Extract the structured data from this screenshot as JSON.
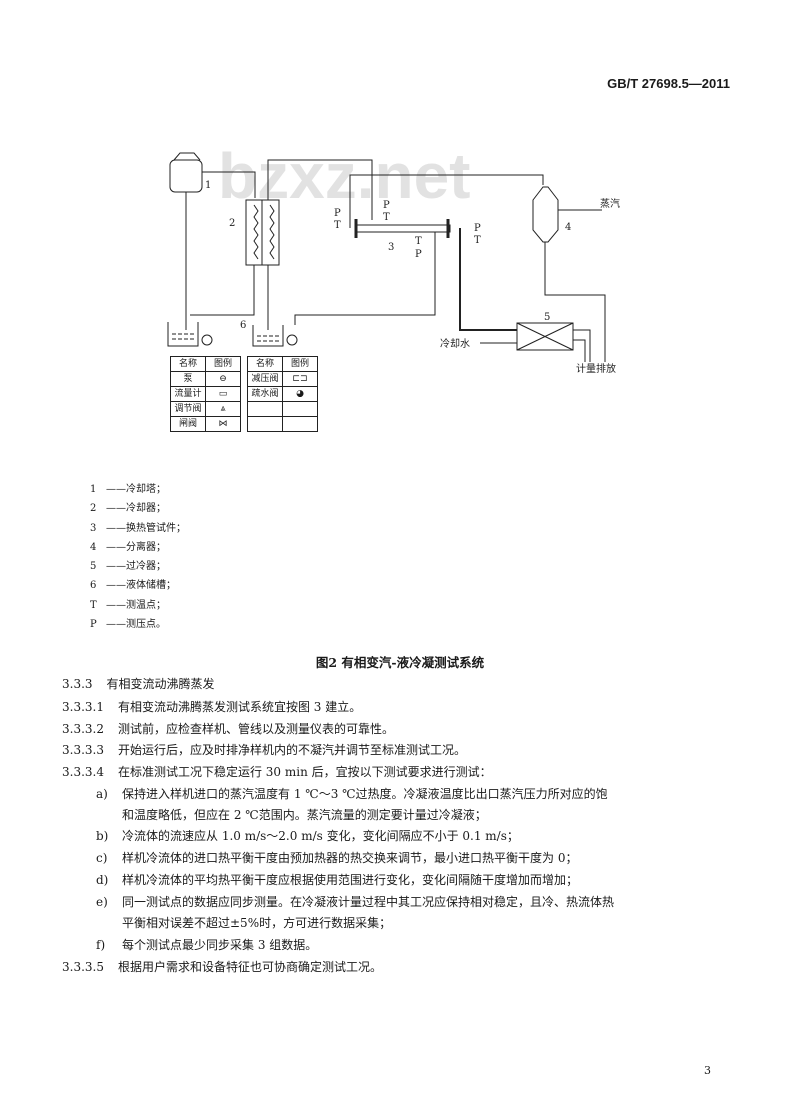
{
  "header": {
    "standard_number": "GB/T 27698.5—2011"
  },
  "figure": {
    "watermark": "bzxz.net",
    "caption": "图2  有相变汽-液冷凝测试系统",
    "labels": {
      "n1": "1",
      "n2": "2",
      "n3": "3",
      "n4": "4",
      "n5": "5",
      "n6": "6",
      "steam": "蒸汽",
      "cooling_water": "冷却水",
      "metering_discharge": "计量排放",
      "p": "P",
      "t": "T"
    },
    "legend_table": {
      "header_name": "名称",
      "header_symbol": "图例",
      "left": [
        {
          "name": "泵",
          "symbol": "⊖"
        },
        {
          "name": "流量计",
          "symbol": "▭"
        },
        {
          "name": "调节阀",
          "symbol": "⩓"
        },
        {
          "name": "闸阀",
          "symbol": "⋈"
        }
      ],
      "right": [
        {
          "name": "减压阀",
          "symbol": "⊏⊐"
        },
        {
          "name": "疏水阀",
          "symbol": "◕"
        }
      ]
    },
    "keys": [
      {
        "k": "1",
        "text": "——冷却塔；"
      },
      {
        "k": "2",
        "text": "——冷却器；"
      },
      {
        "k": "3",
        "text": "——换热管试件；"
      },
      {
        "k": "4",
        "text": "——分离器；"
      },
      {
        "k": "5",
        "text": "——过冷器；"
      },
      {
        "k": "6",
        "text": "——液体储槽；"
      },
      {
        "k": "T",
        "text": "——测温点；"
      },
      {
        "k": "P",
        "text": "——测压点。"
      }
    ]
  },
  "body": {
    "s333": {
      "num": "3.3.3",
      "text": "有相变流动沸腾蒸发"
    },
    "s3331": {
      "num": "3.3.3.1",
      "text": "有相变流动沸腾蒸发测试系统宜按图 3 建立。"
    },
    "s3332": {
      "num": "3.3.3.2",
      "text": "测试前，应检查样机、管线以及测量仪表的可靠性。"
    },
    "s3333": {
      "num": "3.3.3.3",
      "text": "开始运行后，应及时排净样机内的不凝汽并调节至标准测试工况。"
    },
    "s3334": {
      "num": "3.3.3.4",
      "text": "在标准测试工况下稳定运行 30 min 后，宜按以下测试要求进行测试："
    },
    "items": [
      {
        "k": "a)",
        "lines": [
          "保持进入样机进口的蒸汽温度有 1 ℃～3 ℃过热度。冷凝液温度比出口蒸汽压力所对应的饱",
          "和温度略低，但应在 2 ℃范围内。蒸汽流量的测定要计量过冷凝液；"
        ]
      },
      {
        "k": "b)",
        "lines": [
          "冷流体的流速应从 1.0 m/s～2.0 m/s 变化，变化间隔应不小于 0.1 m/s；"
        ]
      },
      {
        "k": "c)",
        "lines": [
          "样机冷流体的进口热平衡干度由预加热器的热交换来调节，最小进口热平衡干度为 0；"
        ]
      },
      {
        "k": "d)",
        "lines": [
          "样机冷流体的平均热平衡干度应根据使用范围进行变化，变化间隔随干度增加而增加；"
        ]
      },
      {
        "k": "e)",
        "lines": [
          "同一测试点的数据应同步测量。在冷凝液计量过程中其工况应保持相对稳定，且冷、热流体热",
          "平衡相对误差不超过±5%时，方可进行数据采集；"
        ]
      },
      {
        "k": "f)",
        "lines": [
          "每个测试点最少同步采集 3 组数据。"
        ]
      }
    ],
    "s3335": {
      "num": "3.3.3.5",
      "text": "根据用户需求和设备特征也可协商确定测试工况。"
    }
  },
  "page_number": "3"
}
